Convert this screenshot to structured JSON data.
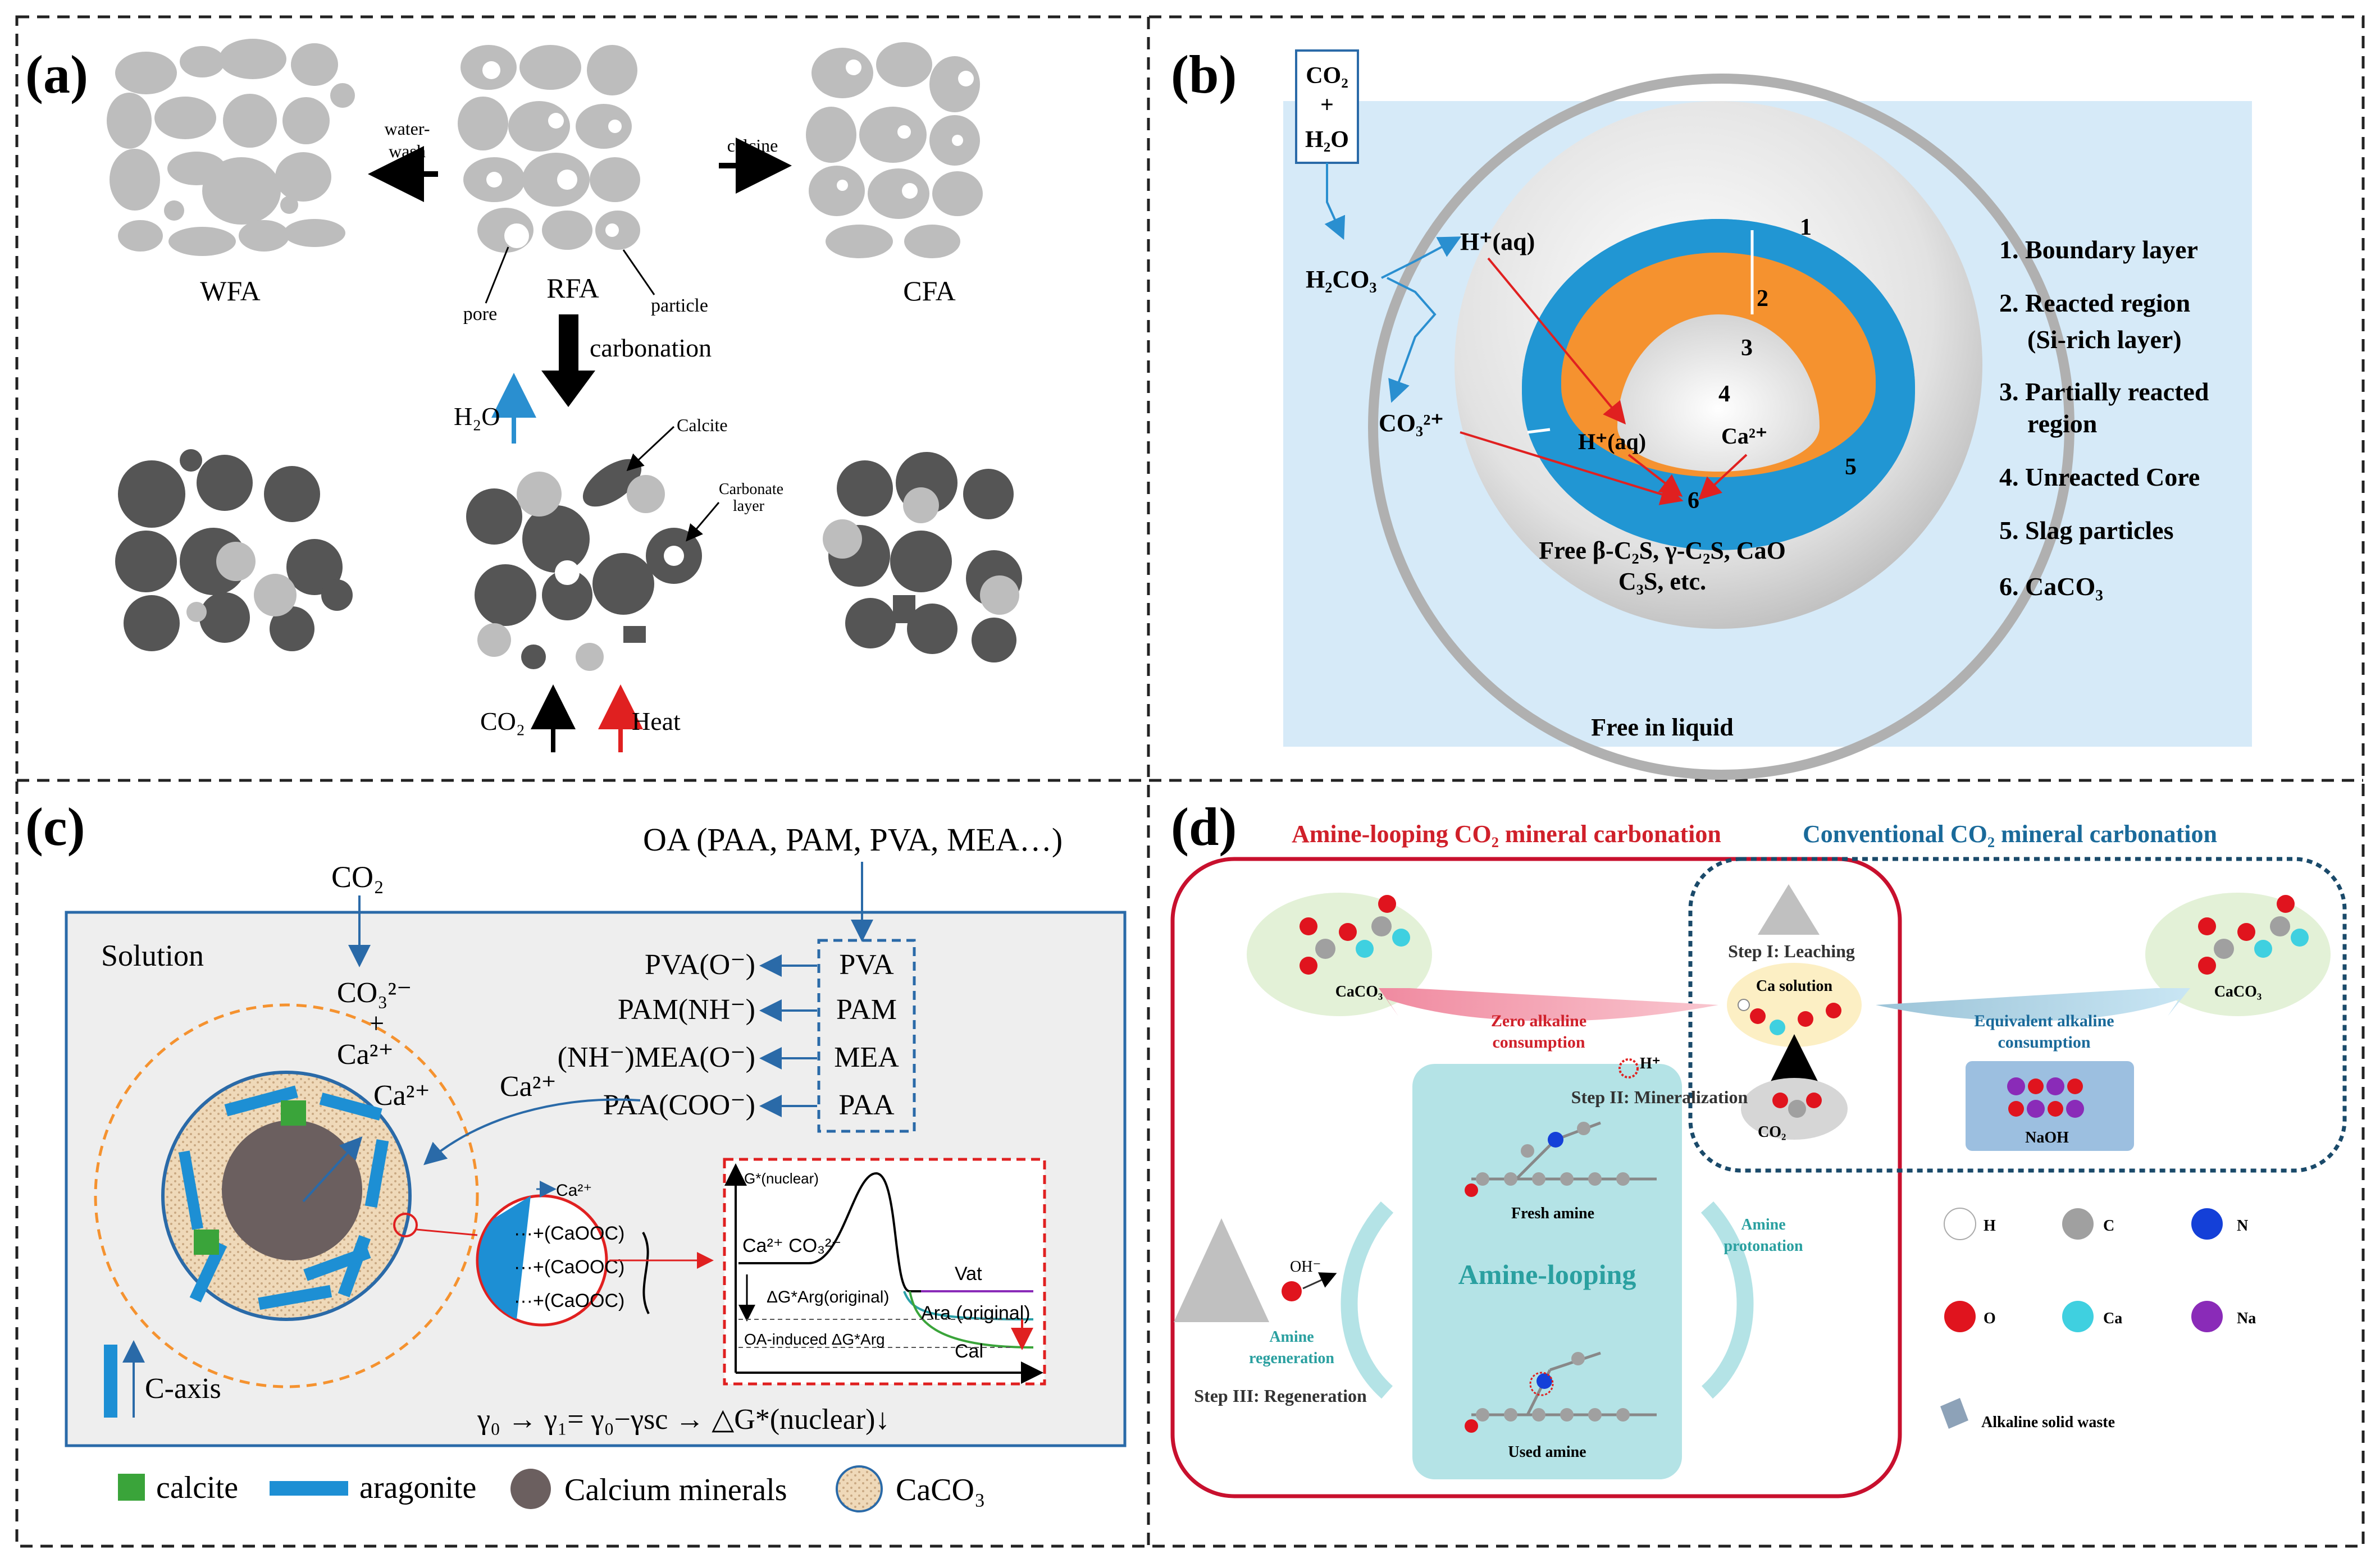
{
  "panel_a": {
    "label": "(a)",
    "wfa": "WFA",
    "rfa": "RFA",
    "cfa": "CFA",
    "water_wash_1": "water-",
    "water_wash_2": "wash",
    "calcine": "calcine",
    "pore": "pore",
    "particle": "particle",
    "carbonation": "carbonation",
    "h2o": "H₂O",
    "calcite": "Calcite",
    "carbonate_layer_1": "Carbonate",
    "carbonate_layer_2": "layer",
    "co2": "CO₂",
    "heat": "Heat"
  },
  "panel_b": {
    "label": "(b)",
    "co2": "CO₂",
    "plus": "+",
    "h2o": "H₂O",
    "h2co3": "H₂CO₃",
    "h_aq_top": "H⁺(aq)",
    "co3": "CO₃²⁺",
    "h_aq_inner": "H⁺(aq)",
    "ca": "Ca²⁺",
    "n1": "1",
    "n2": "2",
    "n3": "3",
    "n4": "4",
    "n5": "5",
    "n6": "6",
    "free_line1": "Free  β-C₂S, γ-C₂S, CaO",
    "free_line2": "C₃S, etc.",
    "free_liquid": "Free in liquid",
    "legend": [
      "1. Boundary layer",
      "2. Reacted region",
      "(Si-rich layer)",
      "3. Partially reacted",
      "region",
      "4. Unreacted Core",
      "5. Slag particles",
      "6. CaCO₃"
    ],
    "colors": {
      "background": "#d6eaf8",
      "reacted": "#2196d3",
      "partial": "#f5922f"
    }
  },
  "panel_c": {
    "label": "(c)",
    "co2": "CO₂",
    "oa": "OA (PAA, PAM, PVA, MEA…)",
    "solution": "Solution",
    "co3": "CO₃²⁻",
    "plus": "+",
    "ca1": "Ca²⁺",
    "ca2": "Ca²⁺",
    "ca3": "Ca²⁺",
    "ca_circle": "Ca²⁺",
    "boxes": [
      "PVA",
      "PAM",
      "MEA",
      "PAA"
    ],
    "outputs": [
      "PVA(O⁻)",
      "PAM(NH⁻)",
      "(NH⁻)MEA(O⁻)",
      "PAA(COO⁻)"
    ],
    "caooc": [
      "···+(CaOOC)",
      "···+(CaOOC)",
      "···+(CaOOC)"
    ],
    "energy_ylabel": "G*(nuclear)",
    "energy_start": "Ca²⁺ CO₃²⁻",
    "energy_vat": "Vat",
    "energy_ara": "Ara (original)",
    "energy_cal": "Cal",
    "delta_orig": "ΔG*Arg(original)",
    "delta_oa": "OA-induced ΔG*Arg",
    "c_axis": "C-axis",
    "equation": "γ₀ → γ₁= γ₀−γsc → △G*(nuclear)↓",
    "legend": [
      "calcite",
      "aragonite",
      "Calcium minerals",
      "CaCO₃"
    ],
    "colors": {
      "calcite": "#3aa43a",
      "aragonite": "#1d8fd4",
      "mineral": "#6b5f5f",
      "caco3": "#efd9b9"
    }
  },
  "panel_d": {
    "label": "(d)",
    "title_left": "Amine-looping CO₂ mineral carbonation",
    "title_right": "Conventional CO₂ mineral carbonation",
    "caco3_left": "CaCO₃",
    "caco3_right": "CaCO₃",
    "step1": "Step I: Leaching",
    "ca_solution": "Ca solution",
    "co2": "CO₂",
    "zero_1": "Zero alkaline",
    "zero_2": "consumption",
    "equiv_1": "Equivalent alkaline",
    "equiv_2": "consumption",
    "naoh": "NaOH",
    "h_plus": "H⁺",
    "step2": "Step II: Mineralization",
    "fresh_amine": "Fresh amine",
    "amine_looping": "Amine-looping",
    "used_amine": "Used amine",
    "amine_protonation_1": "Amine",
    "amine_protonation_2": "protonation",
    "oh": "OH⁻",
    "amine_regen_1": "Amine",
    "amine_regen_2": "regeneration",
    "step3": "Step III: Regeneration",
    "legend": [
      {
        "label": "H",
        "color": "#ffffff"
      },
      {
        "label": "C",
        "color": "#a0a0a0"
      },
      {
        "label": "N",
        "color": "#1440d8"
      },
      {
        "label": "O",
        "color": "#e0141e"
      },
      {
        "label": "Ca",
        "color": "#3fd0e0"
      },
      {
        "label": "Na",
        "color": "#8a2bb8"
      }
    ],
    "alkaline_waste": "Alkaline solid waste"
  }
}
